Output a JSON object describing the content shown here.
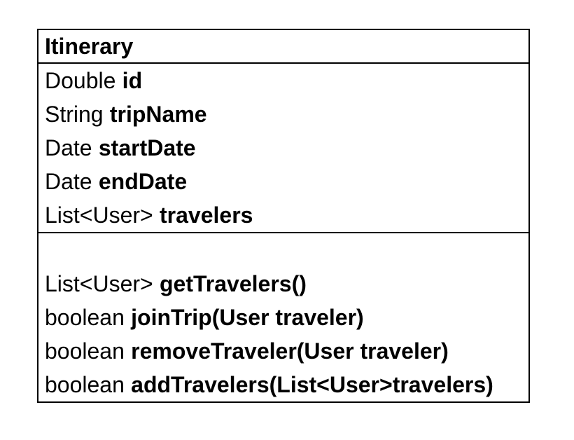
{
  "diagram": {
    "class_name": "Itinerary",
    "attributes": [
      {
        "type": "Double",
        "name": "id"
      },
      {
        "type": "String",
        "name": "tripName"
      },
      {
        "type": "Date",
        "name": "startDate"
      },
      {
        "type": "Date",
        "name": "endDate"
      },
      {
        "type": "List<User>",
        "name": "travelers"
      }
    ],
    "methods": [
      {
        "type": "List<User>",
        "name": "getTravelers()"
      },
      {
        "type": "boolean",
        "name": "joinTrip(User traveler)"
      },
      {
        "type": "boolean",
        "name": "removeTraveler(User traveler)"
      },
      {
        "type": "boolean",
        "name": "addTravelers(List<User>travelers)"
      }
    ],
    "colors": {
      "border": "#000000",
      "background": "#ffffff",
      "text": "#000000"
    }
  }
}
